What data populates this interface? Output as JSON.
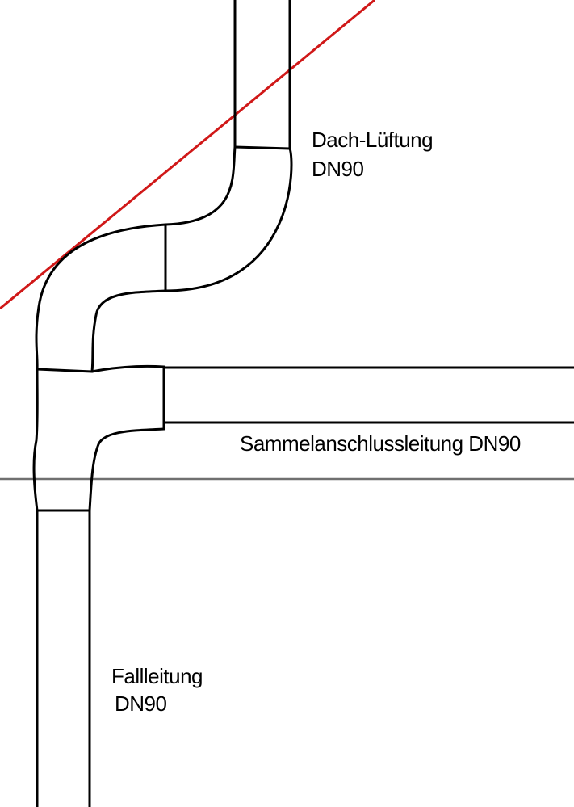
{
  "colors": {
    "pipe": "#000000",
    "roof_line": "#d01818",
    "floor_line": "#707070",
    "background": "#ffffff",
    "label_text": "#000000"
  },
  "labels": {
    "roof_vent": {
      "line1": "Dach-Lüftung",
      "line2": "DN90"
    },
    "collector": {
      "line1": "Sammelanschlussleitung DN90"
    },
    "downpipe": {
      "line1": "Fallleitung",
      "line2": "DN90"
    }
  }
}
